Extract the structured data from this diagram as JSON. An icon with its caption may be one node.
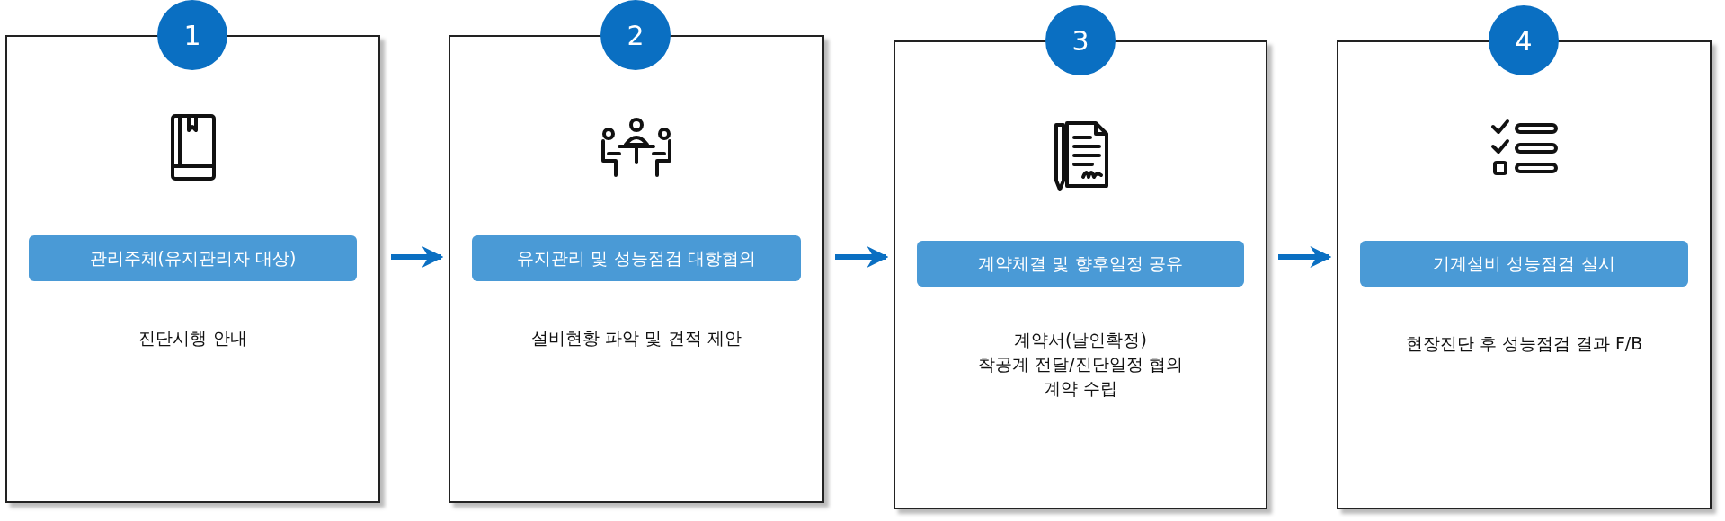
{
  "diagram": {
    "nodes": [
      {
        "text": [
          "1"
        ]
      },
      {
        "text": [
          "진단시행 안내"
        ]
      },
      {
        "text": [
          "관리주체(유지관리자 대상)"
        ],
        "in": 1
      },
      {
        "text": [
          "2"
        ]
      },
      {
        "text": [
          "설비현황 파악 및 견적 제안"
        ]
      },
      {
        "text": [
          "유지관리 및 성능점검 대항협의"
        ],
        "in": 4
      },
      {
        "text": [
          "3"
        ]
      },
      {
        "text": [
          "계약서(날인확정)",
          "착공계 전달/진단일정 협의",
          "계약 수립"
        ]
      },
      {
        "text": [
          "계약체결 및 향후일정 공유"
        ],
        "in": 7
      },
      {
        "text": [
          "4"
        ]
      },
      {
        "text": [
          "현장진단 후 성능점검 결과 F/B"
        ]
      },
      {
        "text": [
          "기계설비 성능점검 실시"
        ],
        "in": 10
      }
    ],
    "edges": [
      {
        "from": 1,
        "to": 4,
        "arrow": "to"
      },
      {
        "from": 4,
        "to": 7,
        "arrow": "to"
      },
      {
        "from": 7,
        "to": 10,
        "arrow": "to"
      }
    ]
  }
}
